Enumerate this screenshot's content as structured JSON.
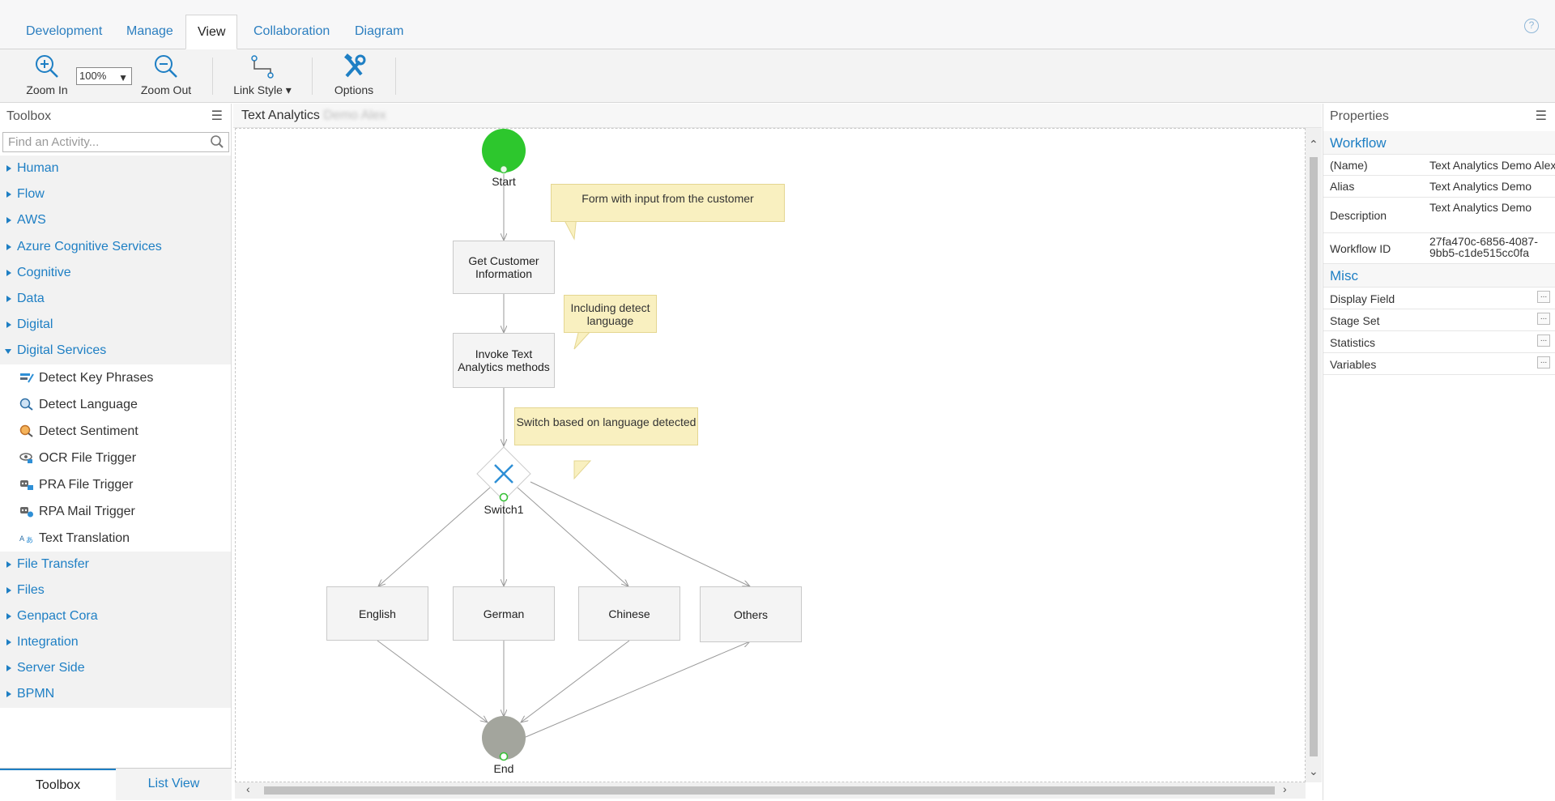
{
  "tabs": [
    {
      "label": "Development"
    },
    {
      "label": "Manage"
    },
    {
      "label": "View"
    },
    {
      "label": "Collaboration"
    },
    {
      "label": "Diagram"
    }
  ],
  "active_tab": "View",
  "toolbar": {
    "zoom_in": "Zoom In",
    "zoom_level": "100%",
    "zoom_out": "Zoom Out",
    "link_style": "Link Style",
    "options": "Options"
  },
  "toolbox": {
    "title": "Toolbox",
    "search_placeholder": "Find an Activity...",
    "categories": [
      {
        "label": "Human"
      },
      {
        "label": "Flow"
      },
      {
        "label": "AWS"
      },
      {
        "label": "Azure Cognitive Services"
      },
      {
        "label": "Cognitive"
      },
      {
        "label": "Data"
      },
      {
        "label": "Digital"
      },
      {
        "label": "Digital Services"
      },
      {
        "label": "File Transfer"
      },
      {
        "label": "Files"
      },
      {
        "label": "Genpact Cora"
      },
      {
        "label": "Integration"
      },
      {
        "label": "Server Side"
      },
      {
        "label": "BPMN"
      }
    ],
    "digital_services_items": [
      {
        "label": "Detect Key Phrases"
      },
      {
        "label": "Detect Language"
      },
      {
        "label": "Detect Sentiment"
      },
      {
        "label": "OCR File Trigger"
      },
      {
        "label": "PRA File Trigger"
      },
      {
        "label": "RPA Mail Trigger"
      },
      {
        "label": "Text Translation"
      }
    ],
    "bottom_tabs": {
      "toolbox": "Toolbox",
      "list_view": "List View"
    }
  },
  "canvas": {
    "title": "Text Analytics",
    "title_blurred": "Demo Alex",
    "start_label": "Start",
    "end_label": "End",
    "switch_label": "Switch1",
    "nodes": {
      "get_customer": "Get Customer Information",
      "invoke_text": "Invoke Text Analytics methods",
      "english": "English",
      "german": "German",
      "chinese": "Chinese",
      "others": "Others"
    },
    "notes": {
      "form": "Form with input from the customer",
      "detect": "Including detect language",
      "switch": "Switch based on language detected"
    }
  },
  "properties": {
    "title": "Properties",
    "workflow_section": "Workflow",
    "rows": {
      "name_key": "(Name)",
      "name_val": "Text Analytics Demo Alex",
      "alias_key": "Alias",
      "alias_val": "Text Analytics Demo",
      "desc_key": "Description",
      "desc_val": "Text Analytics Demo",
      "wfid_key": "Workflow ID",
      "wfid_val1": "27fa470c-6856-4087-",
      "wfid_val2": "9bb5-c1de515cc0fa"
    },
    "misc_section": "Misc",
    "misc": {
      "display_field": "Display Field",
      "stage_set": "Stage Set",
      "statistics": "Statistics",
      "variables": "Variables"
    }
  },
  "colors": {
    "accent": "#1e7fc4",
    "start": "#2dc72d",
    "end": "#a3a59d",
    "note": "#f9f0c0"
  }
}
